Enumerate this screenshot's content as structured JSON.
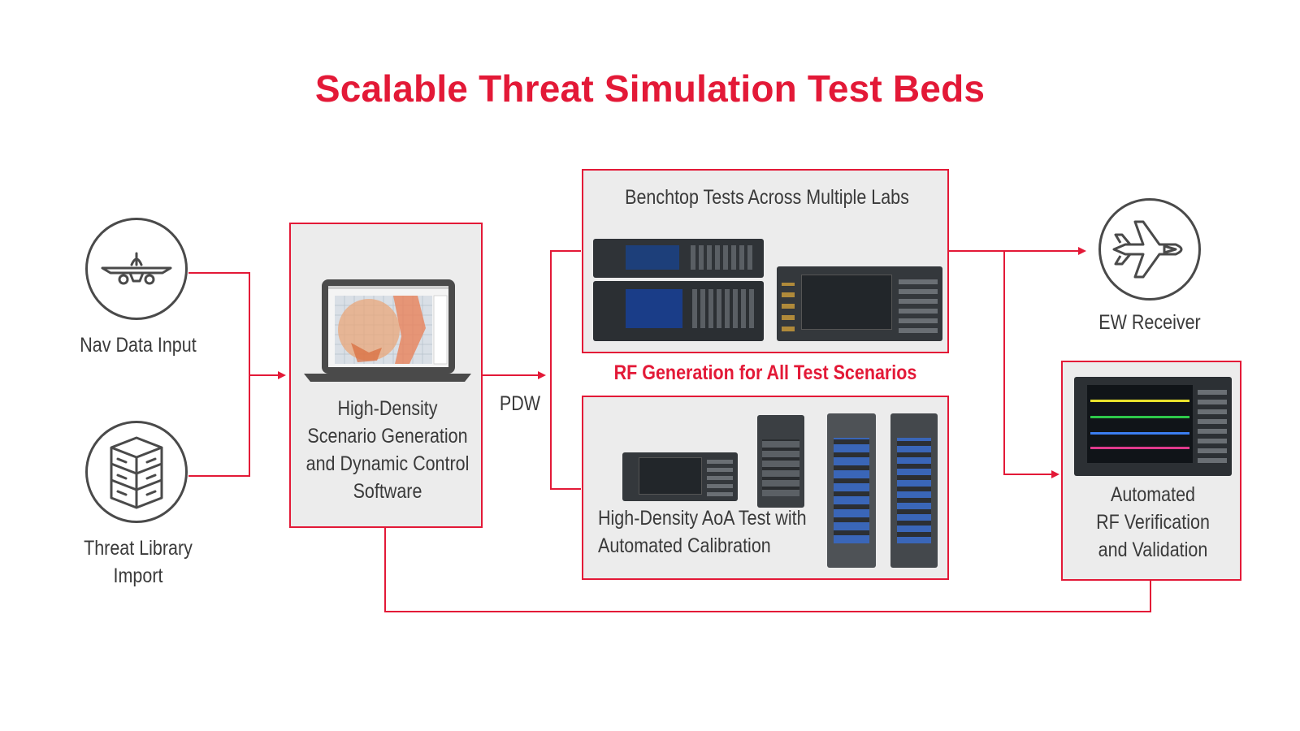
{
  "title": "Scalable Threat Simulation Test Beds",
  "colors": {
    "accent": "#e31937",
    "panel": "#ececec",
    "text": "#3a3a3a",
    "icon": "#4a4a4a"
  },
  "inputs": {
    "nav": {
      "icon": "airplane-icon",
      "label": "Nav Data Input"
    },
    "threat": {
      "icon": "server-stack-icon",
      "label_line1": "Threat Library",
      "label_line2": "Import"
    }
  },
  "software": {
    "icon": "laptop-map-icon",
    "lines": [
      "High-Density",
      "Scenario Generation",
      "and Dynamic Control",
      "Software"
    ]
  },
  "pdw_label": "PDW",
  "benchtop": {
    "label": "Benchtop Tests Across Multiple Labs"
  },
  "rf_generation_label": "RF Generation for All Test Scenarios",
  "aoa": {
    "lines": [
      "High-Density AoA Test with",
      "Automated Calibration"
    ]
  },
  "ew_receiver": {
    "icon": "fighter-jet-icon",
    "label": "EW Receiver"
  },
  "verification": {
    "lines": [
      "Automated",
      "RF Verification",
      "and Validation"
    ]
  }
}
